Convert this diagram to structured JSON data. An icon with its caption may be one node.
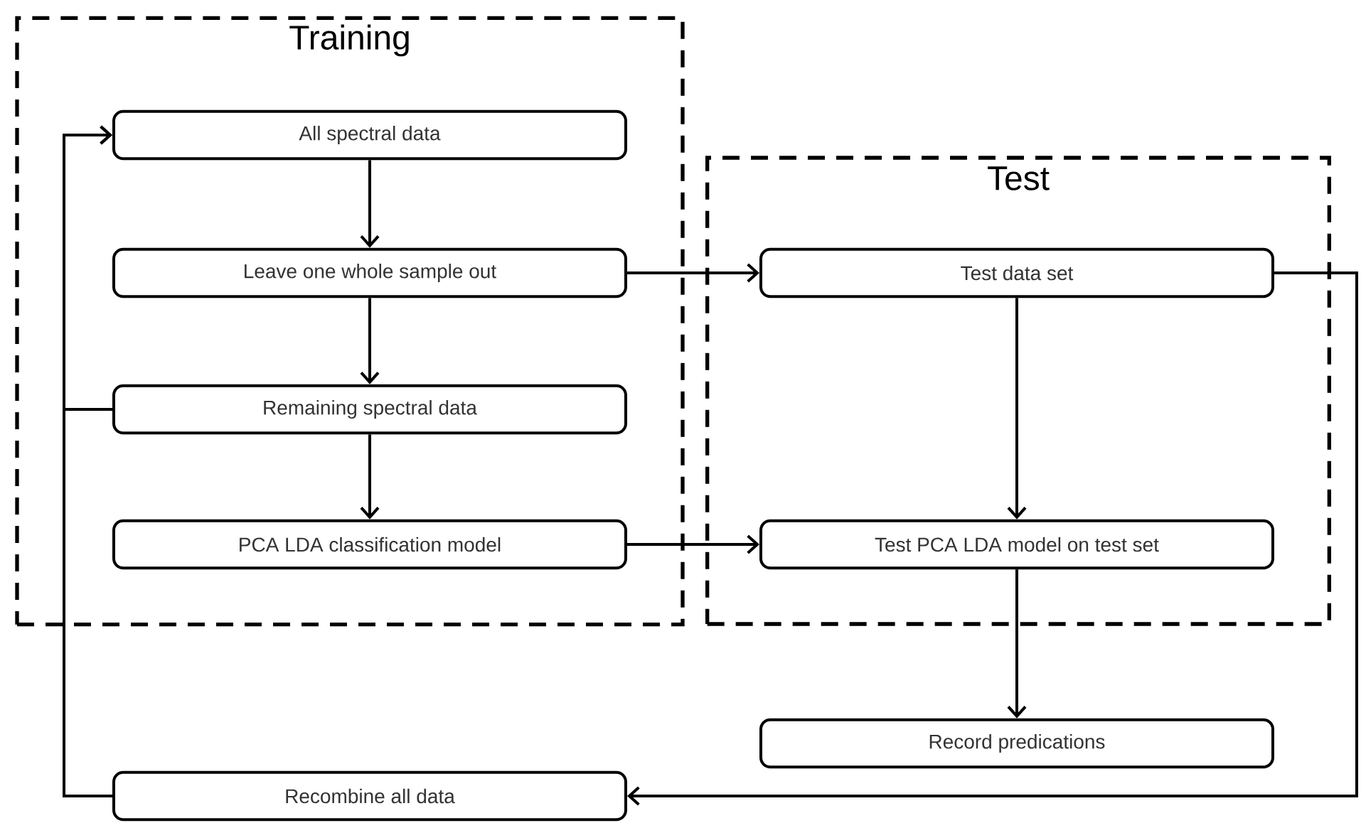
{
  "diagram": {
    "nodes": [
      {
        "text": [
          "Training"
        ]
      },
      {
        "text": [
          "All spectral data"
        ],
        "in": 0
      },
      {
        "text": [
          "Leave one whole sample out"
        ],
        "in": 0
      },
      {
        "text": [
          "Remaining spectral data"
        ],
        "in": 0
      },
      {
        "text": [
          "PCA LDA classification model"
        ],
        "in": 0
      },
      {
        "text": [
          "Test"
        ]
      },
      {
        "text": [
          "Test data set"
        ],
        "in": 5
      },
      {
        "text": [
          "Test PCA LDA model on test set"
        ],
        "in": 5
      },
      {
        "text": [
          "Record predications"
        ]
      },
      {
        "text": [
          "Recombine all data"
        ]
      }
    ],
    "edges": [
      {
        "from": 1,
        "to": 2,
        "arrow": "to"
      },
      {
        "from": 2,
        "to": 3,
        "arrow": "to"
      },
      {
        "from": 3,
        "to": 4,
        "arrow": "to"
      },
      {
        "from": 2,
        "to": 6,
        "arrow": "to"
      },
      {
        "from": 4,
        "to": 7,
        "arrow": "to"
      },
      {
        "from": 6,
        "to": 7,
        "arrow": "to"
      },
      {
        "from": 7,
        "to": 8,
        "arrow": "to"
      },
      {
        "from": 3,
        "to": 1,
        "arrow": "to"
      },
      {
        "from": 9,
        "to": 1,
        "arrow": "to"
      },
      {
        "from": 6,
        "to": 9,
        "arrow": "to"
      }
    ]
  }
}
